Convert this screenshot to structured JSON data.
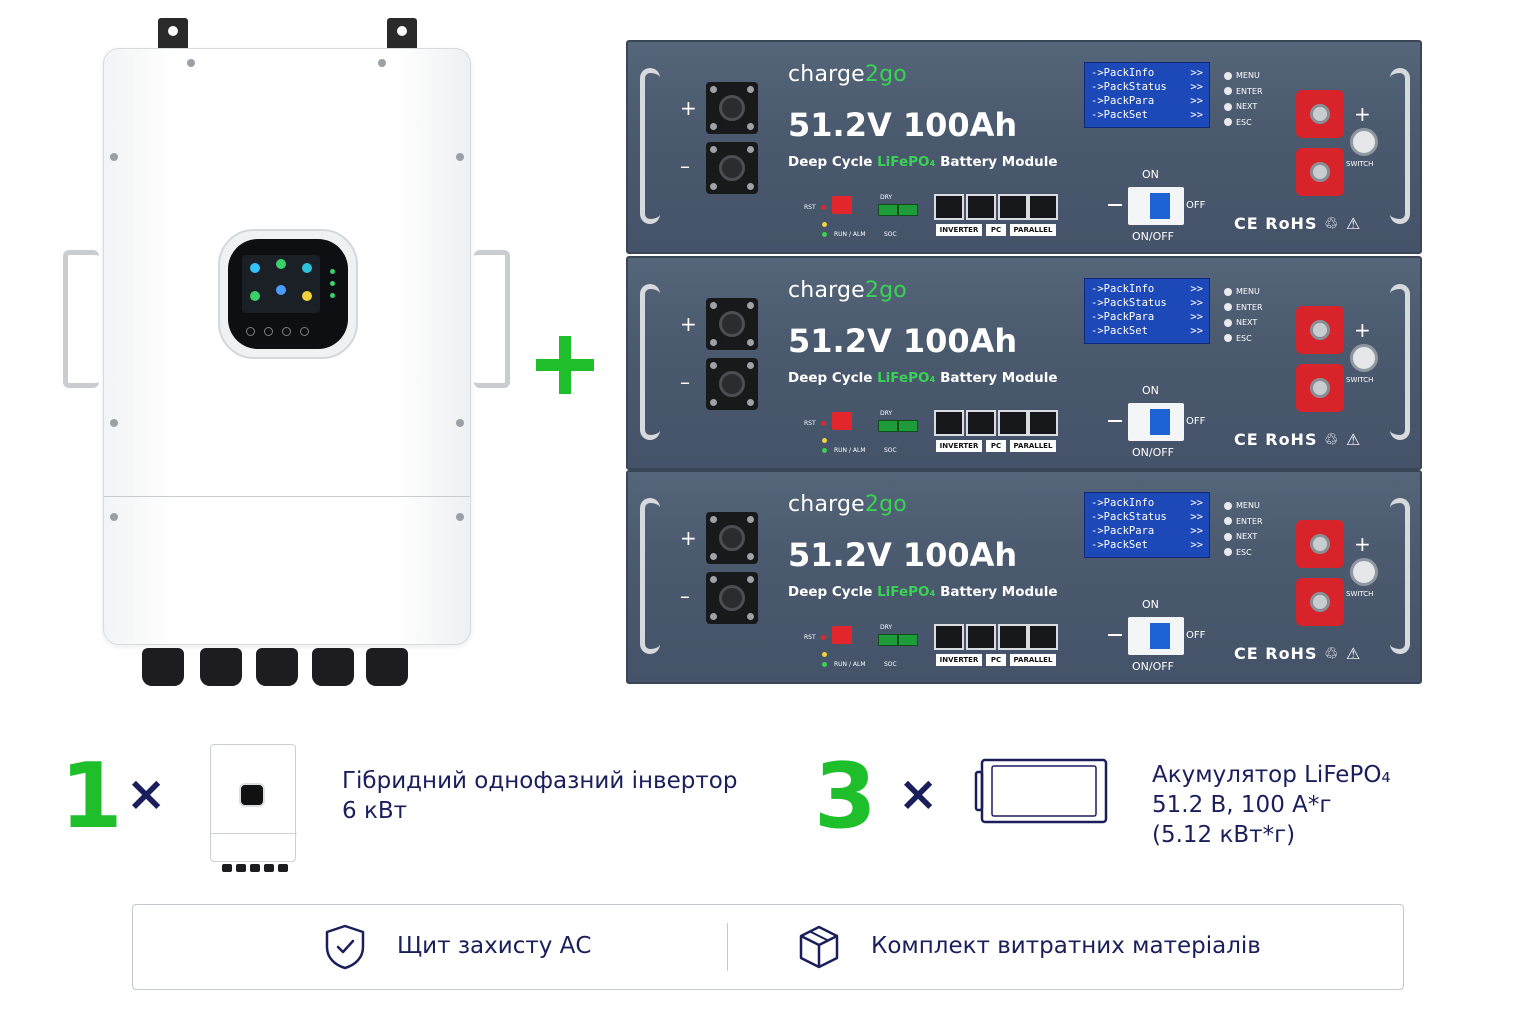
{
  "inverter": {
    "alt": "hybrid inverter"
  },
  "batteries": [
    {
      "brand_a": "charge",
      "brand_b": "2go",
      "title": "51.2V 100Ah",
      "sub_a": "Deep Cycle ",
      "sub_b": "LiFePO₄",
      "sub_c": " Battery Module",
      "menu": [
        {
          "label": "->PackInfo",
          "arrow": ">>"
        },
        {
          "label": "->PackStatus",
          "arrow": ">>"
        },
        {
          "label": "->PackPara",
          "arrow": ">>"
        },
        {
          "label": "->PackSet",
          "arrow": ">>"
        }
      ],
      "keys": [
        "MENU",
        "ENTER",
        "NEXT",
        "ESC"
      ],
      "ports": [
        "INVERTER",
        "PC",
        "PARALLEL"
      ],
      "on": "ON",
      "off": "OFF",
      "onoff": "ON/OFF",
      "switch": "SWITCH",
      "rst": "RST",
      "dry": "DRY",
      "run_alm": "RUN / ALM",
      "soc": "SOC",
      "plus": "+",
      "minus": "–",
      "cert": "CE  RoHS  ♲  ⚠"
    },
    {
      "brand_a": "charge",
      "brand_b": "2go",
      "title": "51.2V 100Ah",
      "sub_a": "Deep Cycle ",
      "sub_b": "LiFePO₄",
      "sub_c": " Battery Module",
      "menu": [
        {
          "label": "->PackInfo",
          "arrow": ">>"
        },
        {
          "label": "->PackStatus",
          "arrow": ">>"
        },
        {
          "label": "->PackPara",
          "arrow": ">>"
        },
        {
          "label": "->PackSet",
          "arrow": ">>"
        }
      ],
      "keys": [
        "MENU",
        "ENTER",
        "NEXT",
        "ESC"
      ],
      "ports": [
        "INVERTER",
        "PC",
        "PARALLEL"
      ],
      "on": "ON",
      "off": "OFF",
      "onoff": "ON/OFF",
      "switch": "SWITCH",
      "rst": "RST",
      "dry": "DRY",
      "run_alm": "RUN / ALM",
      "soc": "SOC",
      "plus": "+",
      "minus": "–",
      "cert": "CE  RoHS  ♲  ⚠"
    },
    {
      "brand_a": "charge",
      "brand_b": "2go",
      "title": "51.2V 100Ah",
      "sub_a": "Deep Cycle ",
      "sub_b": "LiFePO₄",
      "sub_c": " Battery Module",
      "menu": [
        {
          "label": "->PackInfo",
          "arrow": ">>"
        },
        {
          "label": "->PackStatus",
          "arrow": ">>"
        },
        {
          "label": "->PackPara",
          "arrow": ">>"
        },
        {
          "label": "->PackSet",
          "arrow": ">>"
        }
      ],
      "keys": [
        "MENU",
        "ENTER",
        "NEXT",
        "ESC"
      ],
      "ports": [
        "INVERTER",
        "PC",
        "PARALLEL"
      ],
      "on": "ON",
      "off": "OFF",
      "onoff": "ON/OFF",
      "switch": "SWITCH",
      "rst": "RST",
      "dry": "DRY",
      "run_alm": "RUN / ALM",
      "soc": "SOC",
      "plus": "+",
      "minus": "–",
      "cert": "CE  RoHS  ♲  ⚠"
    }
  ],
  "legend": {
    "inverter_qty": "1",
    "times": "×",
    "inverter_desc_line1": "Гібридний однофазний інвертор",
    "inverter_desc_line2": "6 кВт",
    "battery_qty": "3",
    "battery_desc_line1": "Акумулятор LiFePO₄",
    "battery_desc_line2": "51.2 В, 100 А*г",
    "battery_desc_line3": "(5.12 кВт*г)"
  },
  "extras": {
    "item1_icon": "shield-check-icon",
    "item1_label": "Щит захисту АС",
    "item2_icon": "box-icon",
    "item2_label": "Комплект витратних матеріалів"
  },
  "colors": {
    "accent_green": "#1fbf2b",
    "navy_text": "#1a1f5c",
    "battery_panel": "#4b5a6e",
    "lcd_blue": "#1d48b8",
    "terminal_red": "#d8232a"
  }
}
